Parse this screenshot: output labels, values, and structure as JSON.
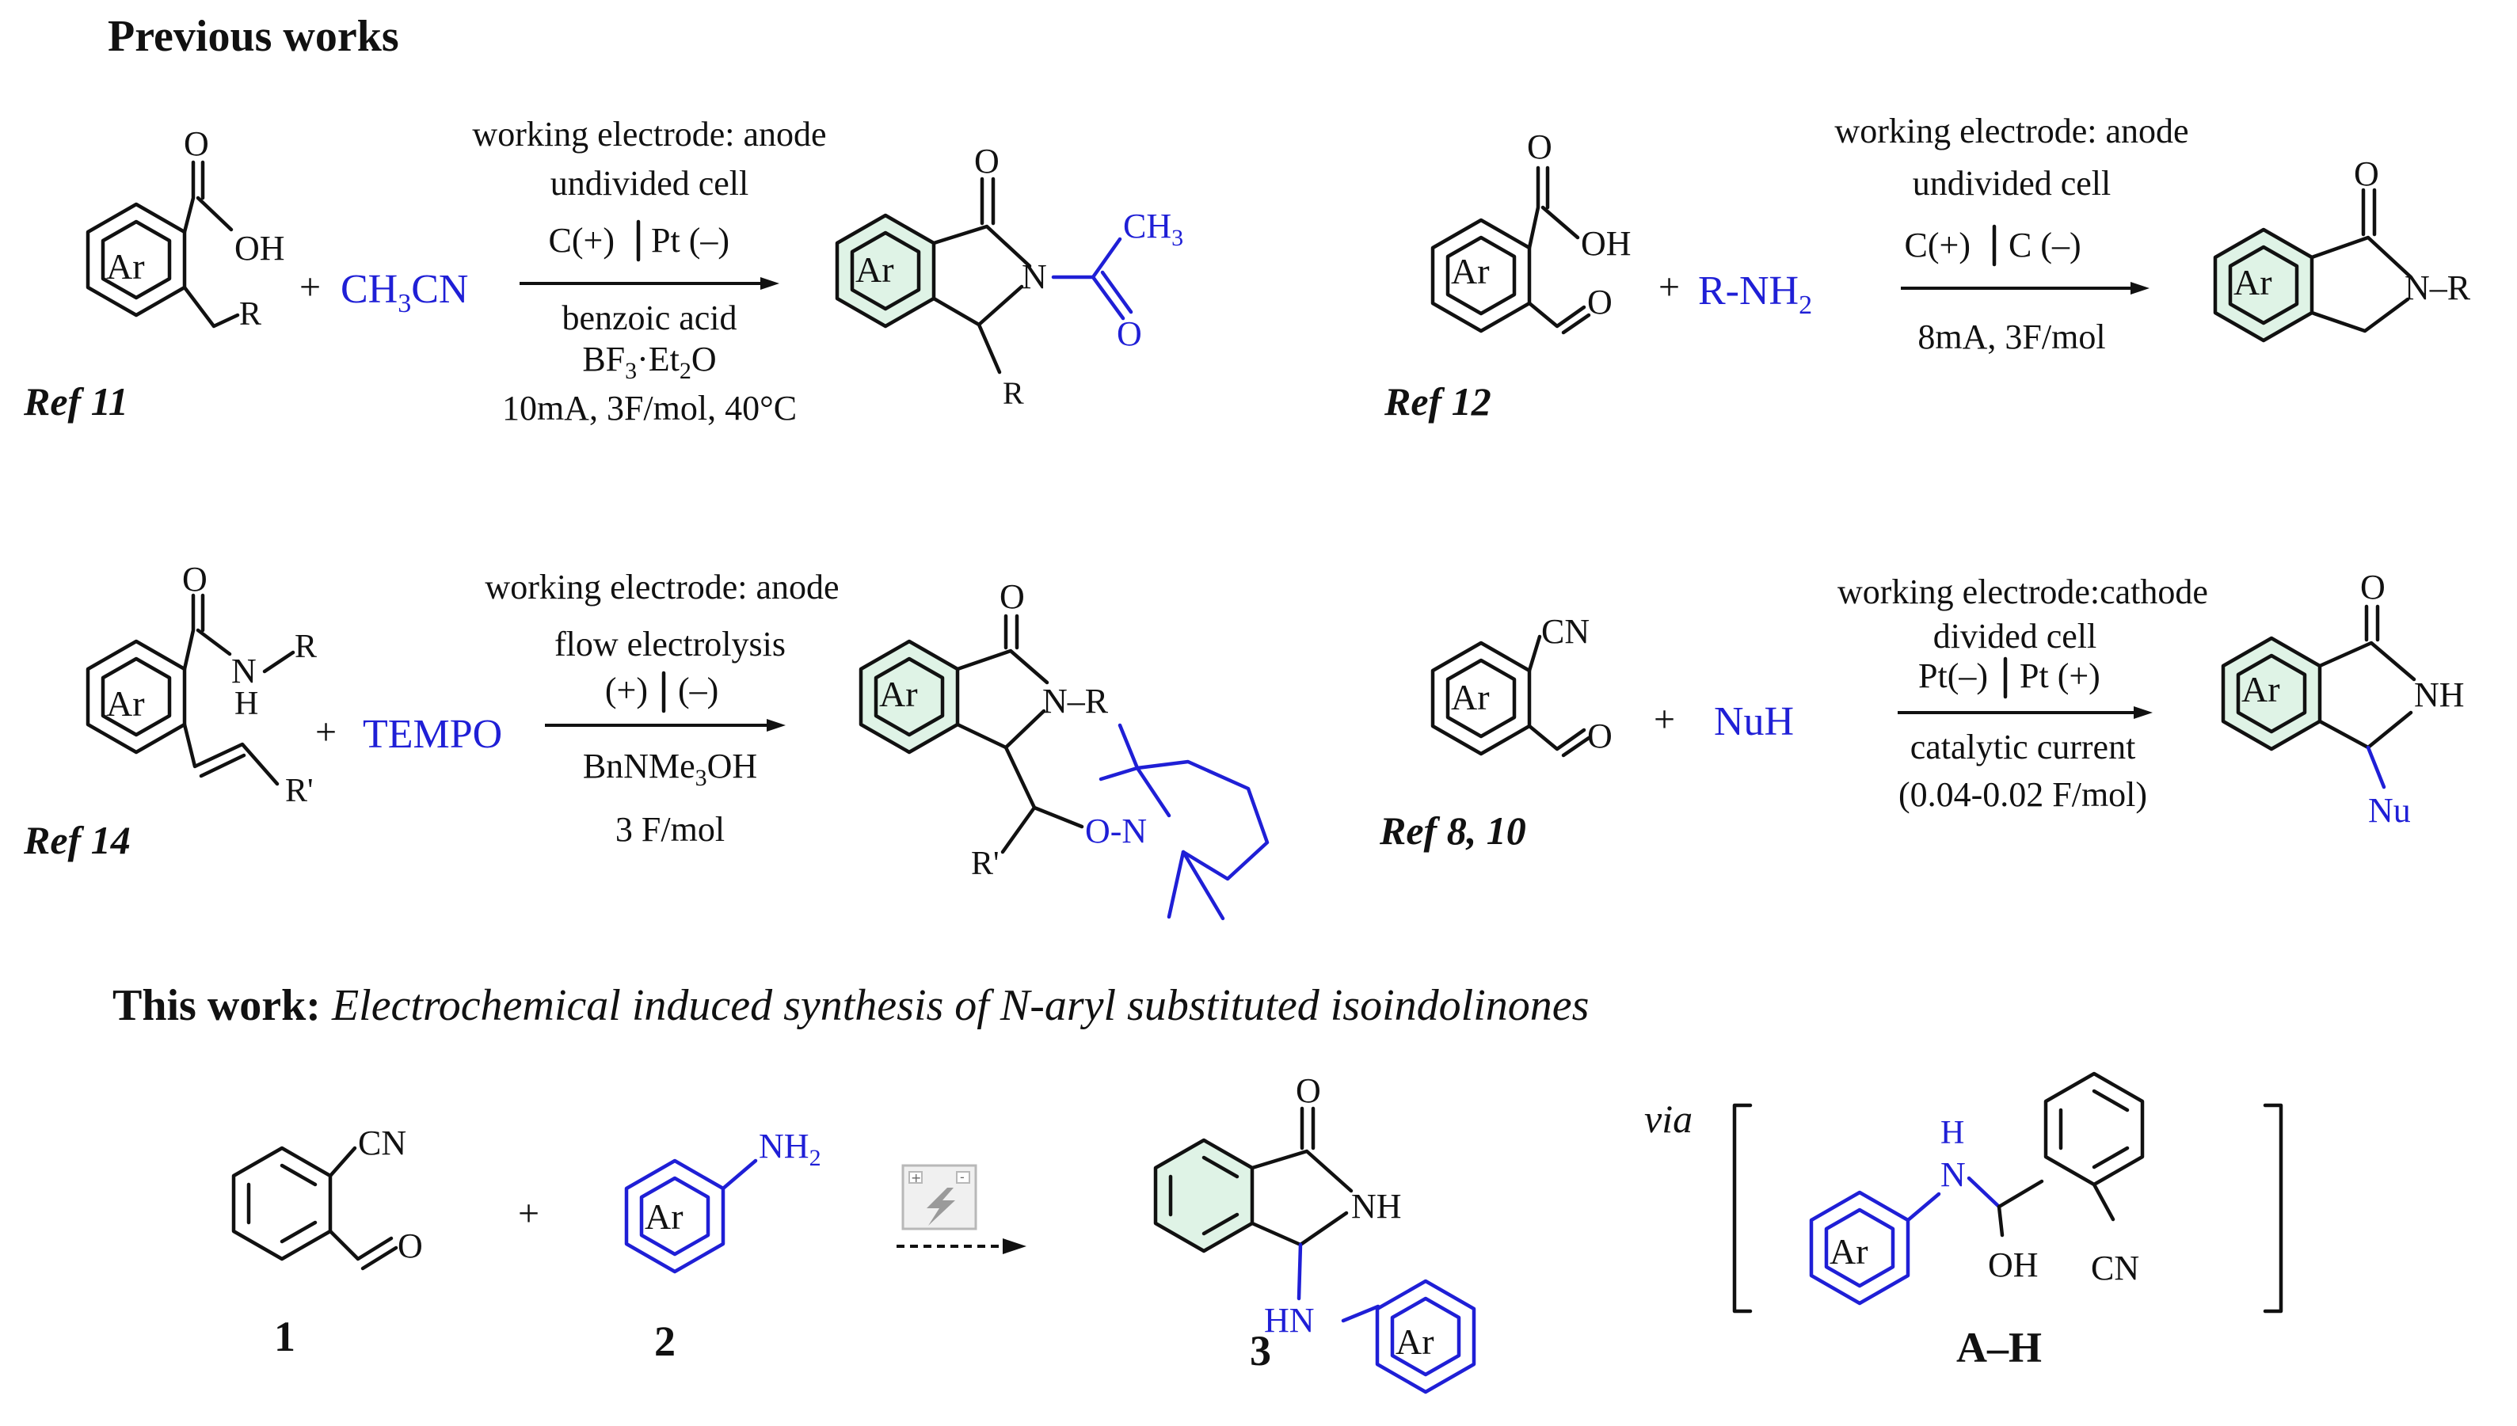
{
  "headings": {
    "previous": "Previous works",
    "this_work_bold": "This work:",
    "this_work_italic": "Electrochemical induced synthesis of N-aryl substituted isoindolinones"
  },
  "labels": {
    "ar": "Ar",
    "o": "O",
    "oh": "OH",
    "r": "R",
    "r_prime": "R'",
    "cn": "CN",
    "nh": "NH",
    "n": "N",
    "h": "H",
    "nu": "Nu",
    "hn": "HN",
    "nh2": "NH",
    "sub2": "2",
    "ch3": "CH",
    "sub3": "3",
    "r_n": "N",
    "plus": "+"
  },
  "ref11": {
    "ref": "Ref 11",
    "reagent": "CH",
    "reagent_sub": "3",
    "reagent_tail": "CN",
    "cond1": "working electrode: anode",
    "cond2": "undivided cell",
    "cond3": "C(+)",
    "cond3b": "Pt (–)",
    "cond4": "benzoic acid",
    "cond5a": "BF",
    "cond5b": "3",
    "cond5c": "·Et",
    "cond5d": "2",
    "cond5e": "O",
    "cond6": "10mA, 3F/mol, 40°C"
  },
  "ref12": {
    "ref": "Ref 12",
    "reagent": "R-NH",
    "reagent_sub": "2",
    "cond1": "working electrode: anode",
    "cond2": "undivided cell",
    "cond3": "C(+)",
    "cond3b": "C (–)",
    "cond4": "8mA, 3F/mol",
    "product_nr": "N–R"
  },
  "ref14": {
    "ref": "Ref 14",
    "reagent": "TEMPO",
    "cond1": "working electrode: anode",
    "cond2": "flow electrolysis",
    "cond3": "(+)",
    "cond3b": "(–)",
    "cond4a": "BnNMe",
    "cond4b": "3",
    "cond4c": "OH",
    "cond5": "3 F/mol",
    "product_nr": "N–R",
    "o_n": "O-N"
  },
  "ref810": {
    "ref": "Ref 8, 10",
    "reagent": "NuH",
    "cond1": "working electrode:cathode",
    "cond2": "divided cell",
    "cond3": "Pt(–)",
    "cond3b": "Pt (+)",
    "cond4": "catalytic current",
    "cond5": "(0.04-0.02 F/mol)"
  },
  "this_work": {
    "c1": "1",
    "c2": "2",
    "c3": "3",
    "via": "via",
    "intermediate": "A–H",
    "battery_plus": "+",
    "battery_minus": "-"
  }
}
